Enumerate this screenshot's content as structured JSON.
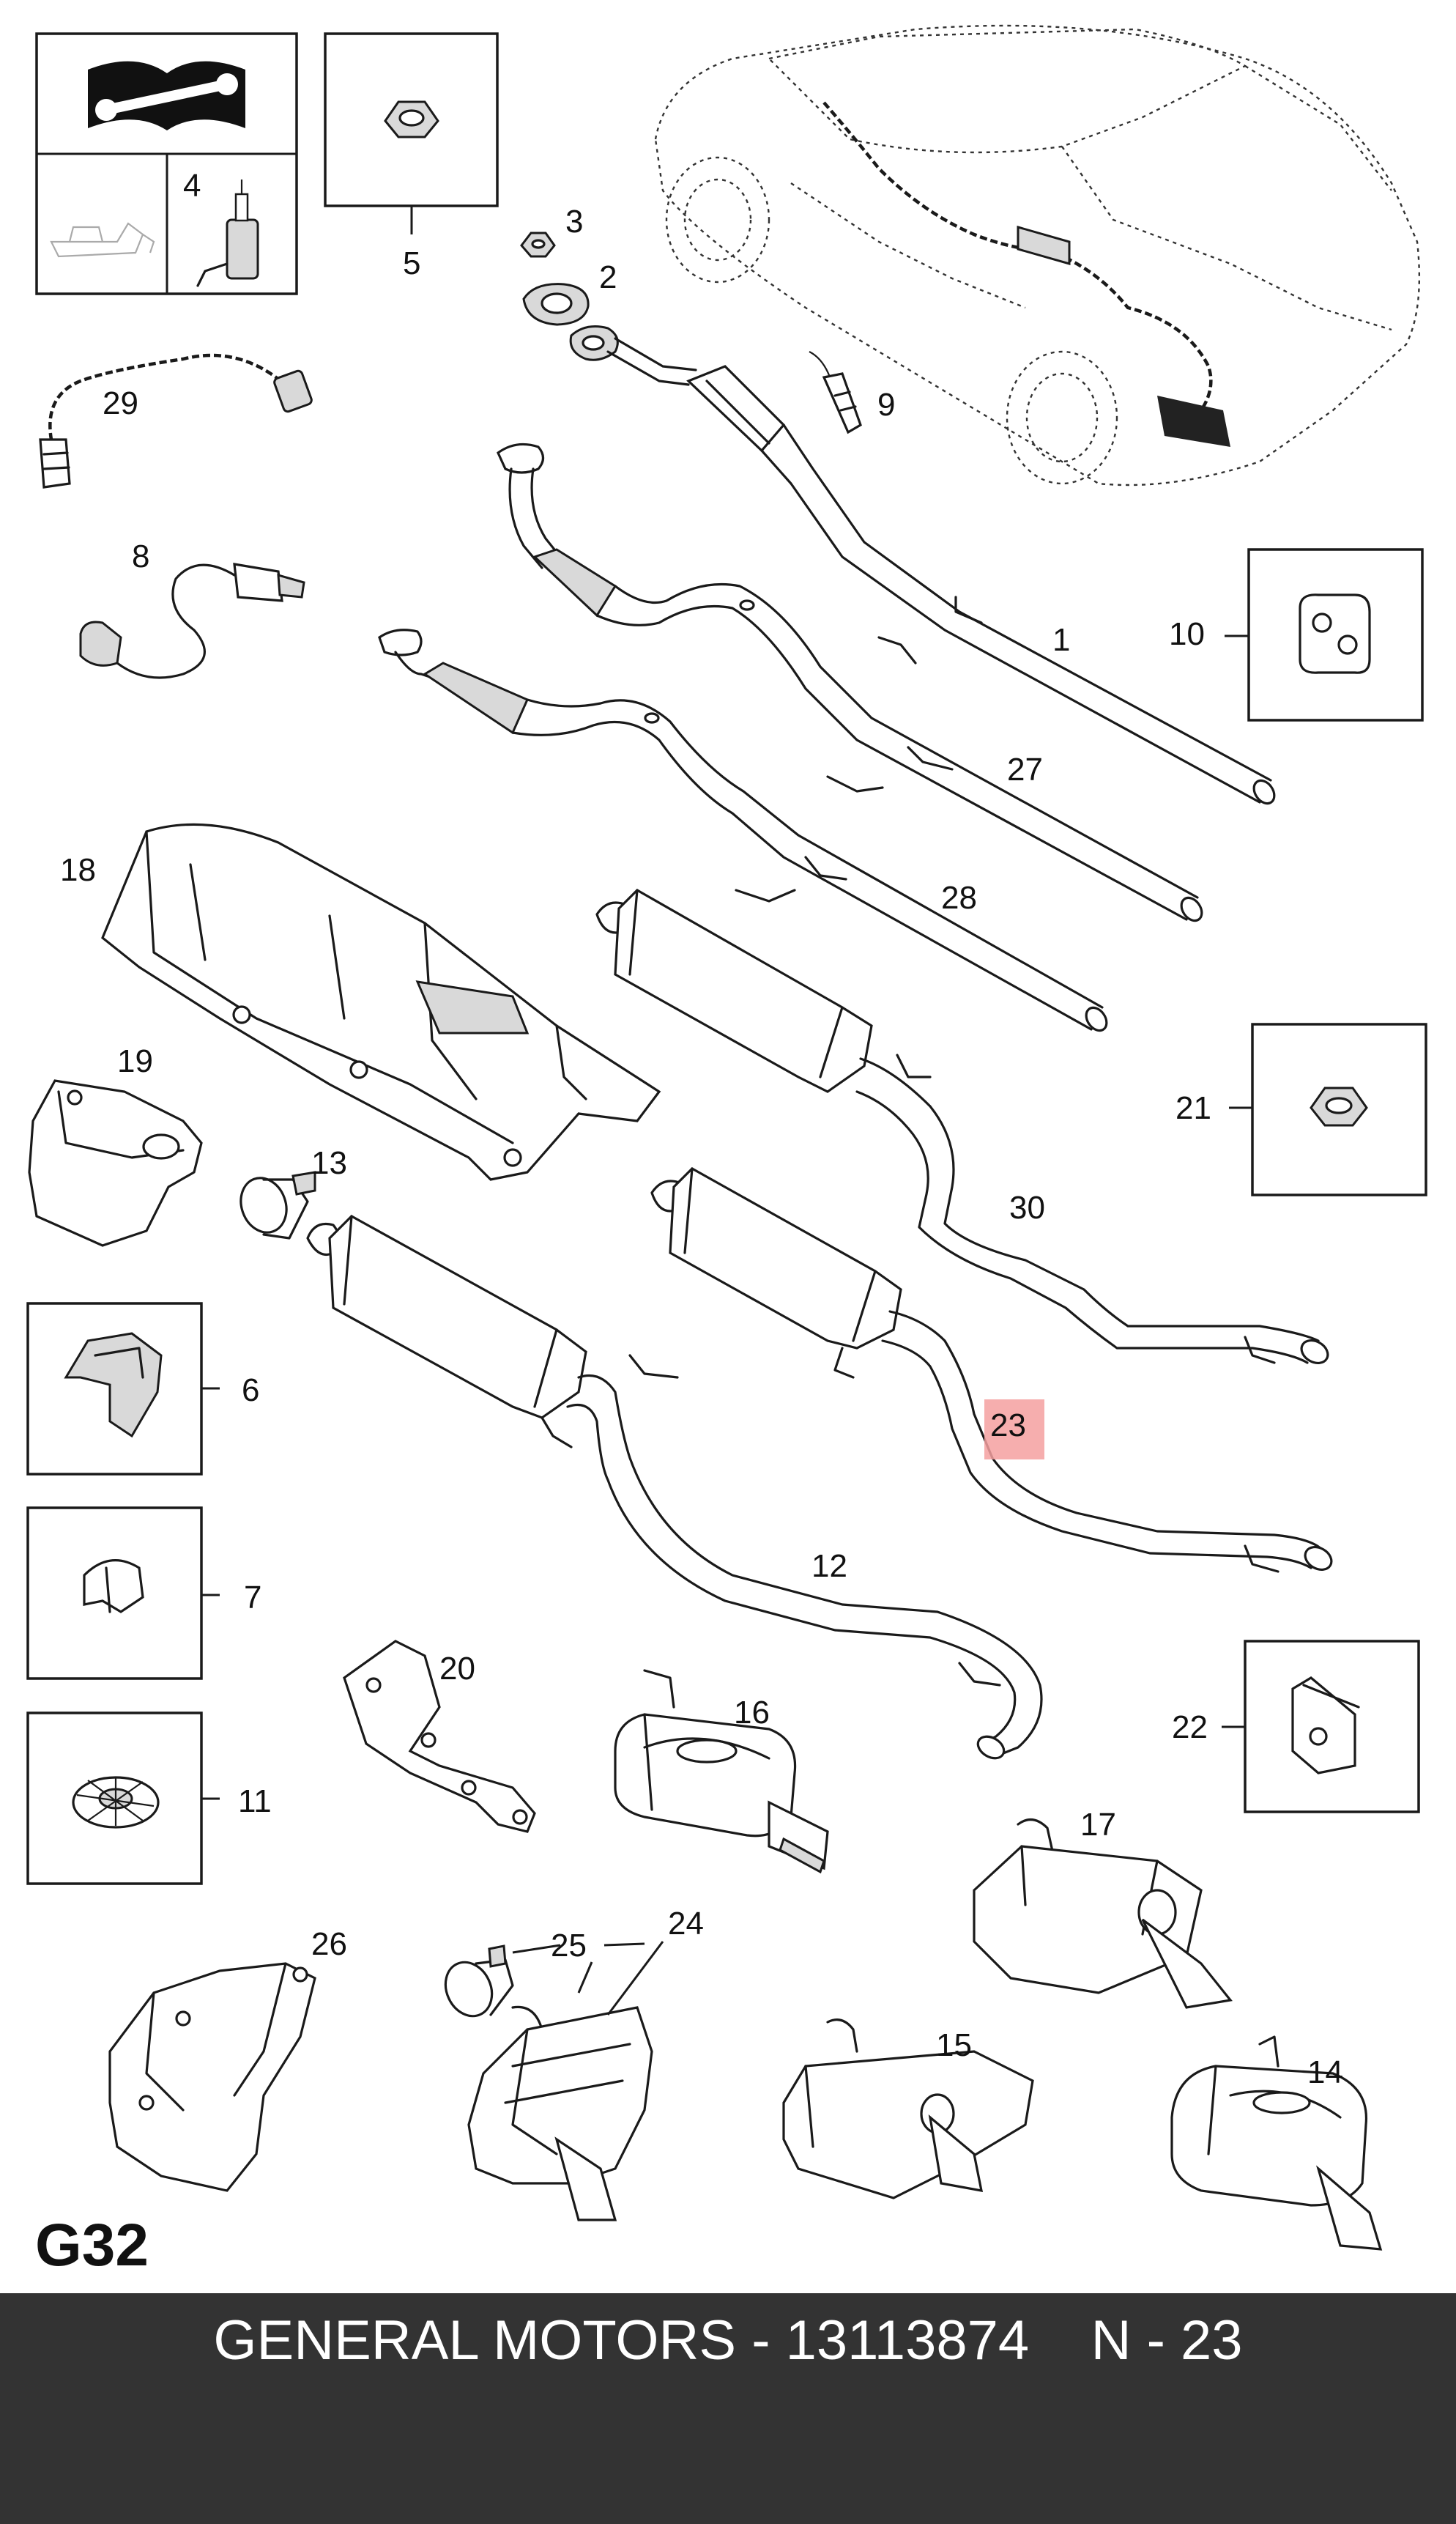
{
  "diagram": {
    "page_code": "G32",
    "highlight_color": "#f4a0a0",
    "callouts": [
      {
        "id": "1",
        "text": "1"
      },
      {
        "id": "2",
        "text": "2"
      },
      {
        "id": "3",
        "text": "3"
      },
      {
        "id": "4",
        "text": "4"
      },
      {
        "id": "5",
        "text": "5"
      },
      {
        "id": "6",
        "text": "6"
      },
      {
        "id": "7",
        "text": "7"
      },
      {
        "id": "8",
        "text": "8"
      },
      {
        "id": "9",
        "text": "9"
      },
      {
        "id": "10",
        "text": "10"
      },
      {
        "id": "11",
        "text": "11"
      },
      {
        "id": "12",
        "text": "12"
      },
      {
        "id": "13",
        "text": "13"
      },
      {
        "id": "14",
        "text": "14"
      },
      {
        "id": "15",
        "text": "15"
      },
      {
        "id": "16",
        "text": "16"
      },
      {
        "id": "17",
        "text": "17"
      },
      {
        "id": "18",
        "text": "18"
      },
      {
        "id": "19",
        "text": "19"
      },
      {
        "id": "20",
        "text": "20"
      },
      {
        "id": "21",
        "text": "21"
      },
      {
        "id": "22",
        "text": "22"
      },
      {
        "id": "23",
        "text": "23",
        "highlighted": true
      },
      {
        "id": "24",
        "text": "24"
      },
      {
        "id": "25",
        "text": "25"
      },
      {
        "id": "26",
        "text": "26"
      },
      {
        "id": "27",
        "text": "27"
      },
      {
        "id": "28",
        "text": "28"
      },
      {
        "id": "29",
        "text": "29"
      },
      {
        "id": "30",
        "text": "30"
      }
    ]
  },
  "footer": {
    "text": "GENERAL MOTORS - 13113874    N - 23",
    "background": "#333333",
    "color": "#ffffff"
  }
}
